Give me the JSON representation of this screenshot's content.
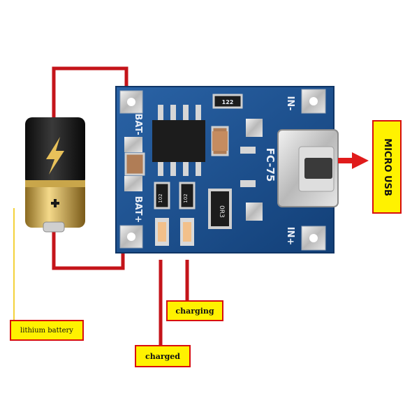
{
  "labels": {
    "lithium_battery": "lithium battery",
    "charging": "charging",
    "charged": "charged",
    "micro_usb": "MICRO USB"
  },
  "board": {
    "bat_minus": "BAT-",
    "bat_plus": "BAT+",
    "in_minus_top": "IN-",
    "in_plus": "IN+",
    "model": "FC-75",
    "res_top": "122",
    "res_led1": "102",
    "res_led2": "102",
    "res_big": "0R3"
  },
  "colors": {
    "wire": "#c4141a",
    "pcb": "#1b4f8e",
    "label_fill": "#fff200",
    "label_border": "#d80e0e"
  }
}
